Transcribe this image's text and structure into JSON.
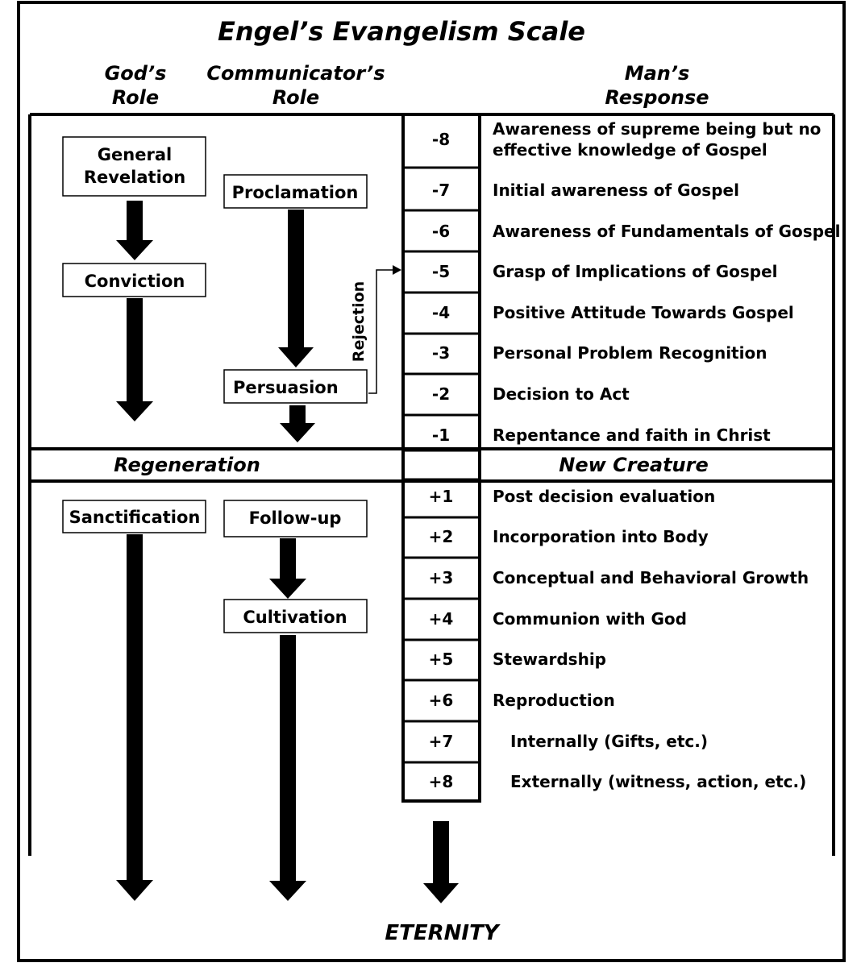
{
  "title": "Engel’s Evangelism Scale",
  "headers": {
    "gods_role": [
      "God’s",
      "Role"
    ],
    "communicator_role": [
      "Communicator’s",
      "Role"
    ],
    "mans_response": [
      "Man’s",
      "Response"
    ]
  },
  "gods_role_boxes": {
    "general_revelation": [
      "General",
      "Revelation"
    ],
    "conviction": "Conviction",
    "sanctification": "Sanctification"
  },
  "communicator_boxes": {
    "proclamation": "Proclamation",
    "persuasion": "Persuasion",
    "follow_up": "Follow-up",
    "cultivation": "Cultivation"
  },
  "rejection_label": "Rejection",
  "band": {
    "left": "Regeneration",
    "right": "New Creature"
  },
  "scale_before": [
    {
      "num": "-8",
      "text": [
        "Awareness of supreme being but no",
        "effective knowledge of Gospel"
      ]
    },
    {
      "num": "-7",
      "text": [
        "Initial awareness of Gospel"
      ]
    },
    {
      "num": "-6",
      "text": [
        "Awareness of Fundamentals of Gospel"
      ]
    },
    {
      "num": "-5",
      "text": [
        "Grasp of Implications of Gospel"
      ]
    },
    {
      "num": "-4",
      "text": [
        "Positive Attitude Towards Gospel"
      ]
    },
    {
      "num": "-3",
      "text": [
        "Personal Problem Recognition"
      ]
    },
    {
      "num": "-2",
      "text": [
        "Decision to Act"
      ]
    },
    {
      "num": "-1",
      "text": [
        "Repentance and faith in Christ"
      ]
    }
  ],
  "scale_after": [
    {
      "num": "+1",
      "text": "Post decision evaluation",
      "indent": false
    },
    {
      "num": "+2",
      "text": "Incorporation into Body",
      "indent": false
    },
    {
      "num": "+3",
      "text": "Conceptual and Behavioral Growth",
      "indent": false
    },
    {
      "num": "+4",
      "text": "Communion with God",
      "indent": false
    },
    {
      "num": "+5",
      "text": "Stewardship",
      "indent": false
    },
    {
      "num": "+6",
      "text": "Reproduction",
      "indent": false
    },
    {
      "num": "+7",
      "text": "Internally (Gifts, etc.)",
      "indent": true
    },
    {
      "num": "+8",
      "text": "Externally (witness, action, etc.)",
      "indent": true
    }
  ],
  "eternity": "ETERNITY"
}
